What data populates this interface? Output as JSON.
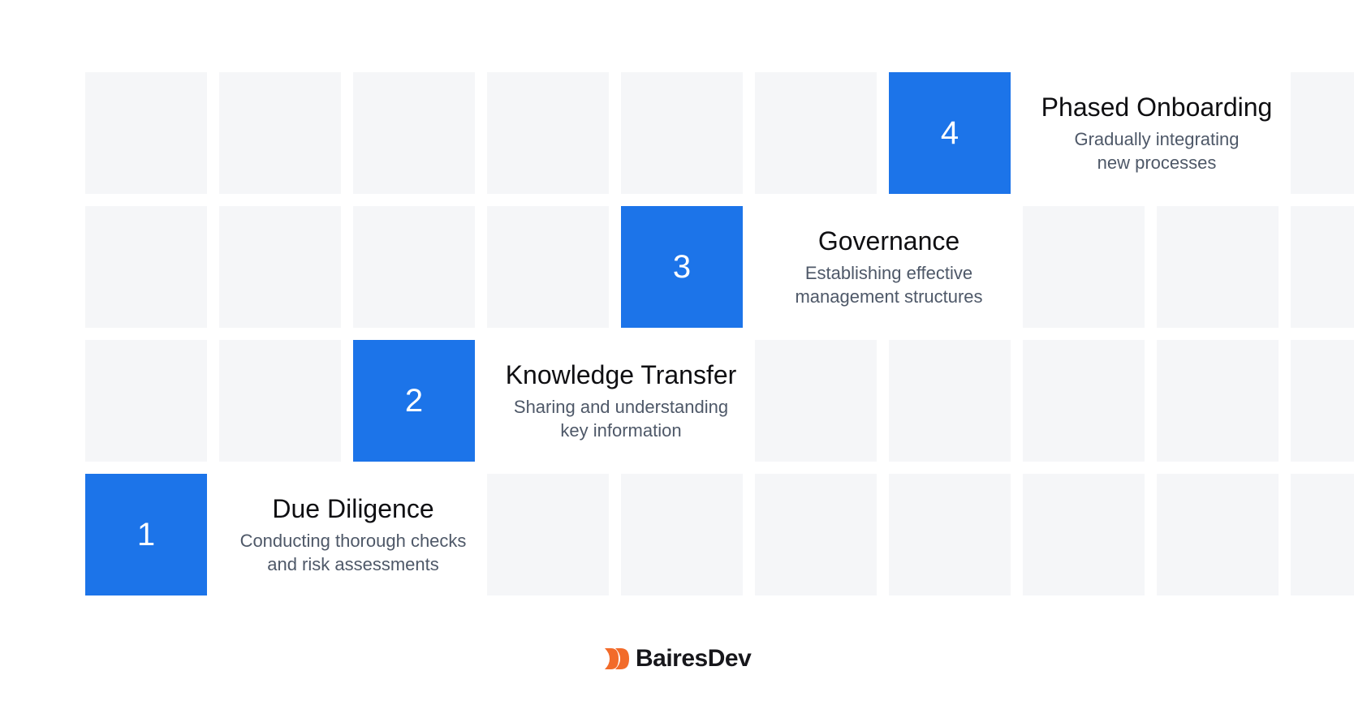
{
  "colors": {
    "accent": "#1c74e9",
    "cell": "#f5f6f8",
    "title": "#0f0f12",
    "desc": "#4e5868",
    "logo_orange": "#f26b2a"
  },
  "steps": [
    {
      "number": "1",
      "title": "Due Diligence",
      "description": "Conducting thorough checks\nand risk assessments"
    },
    {
      "number": "2",
      "title": "Knowledge Transfer",
      "description": "Sharing and understanding\nkey information"
    },
    {
      "number": "3",
      "title": "Governance",
      "description": "Establishing effective\nmanagement structures"
    },
    {
      "number": "4",
      "title": "Phased Onboarding",
      "description": "Gradually integrating\nnew processes"
    }
  ],
  "logo": {
    "text": "BairesDev",
    "icon": "bairesdev-logo-icon"
  }
}
